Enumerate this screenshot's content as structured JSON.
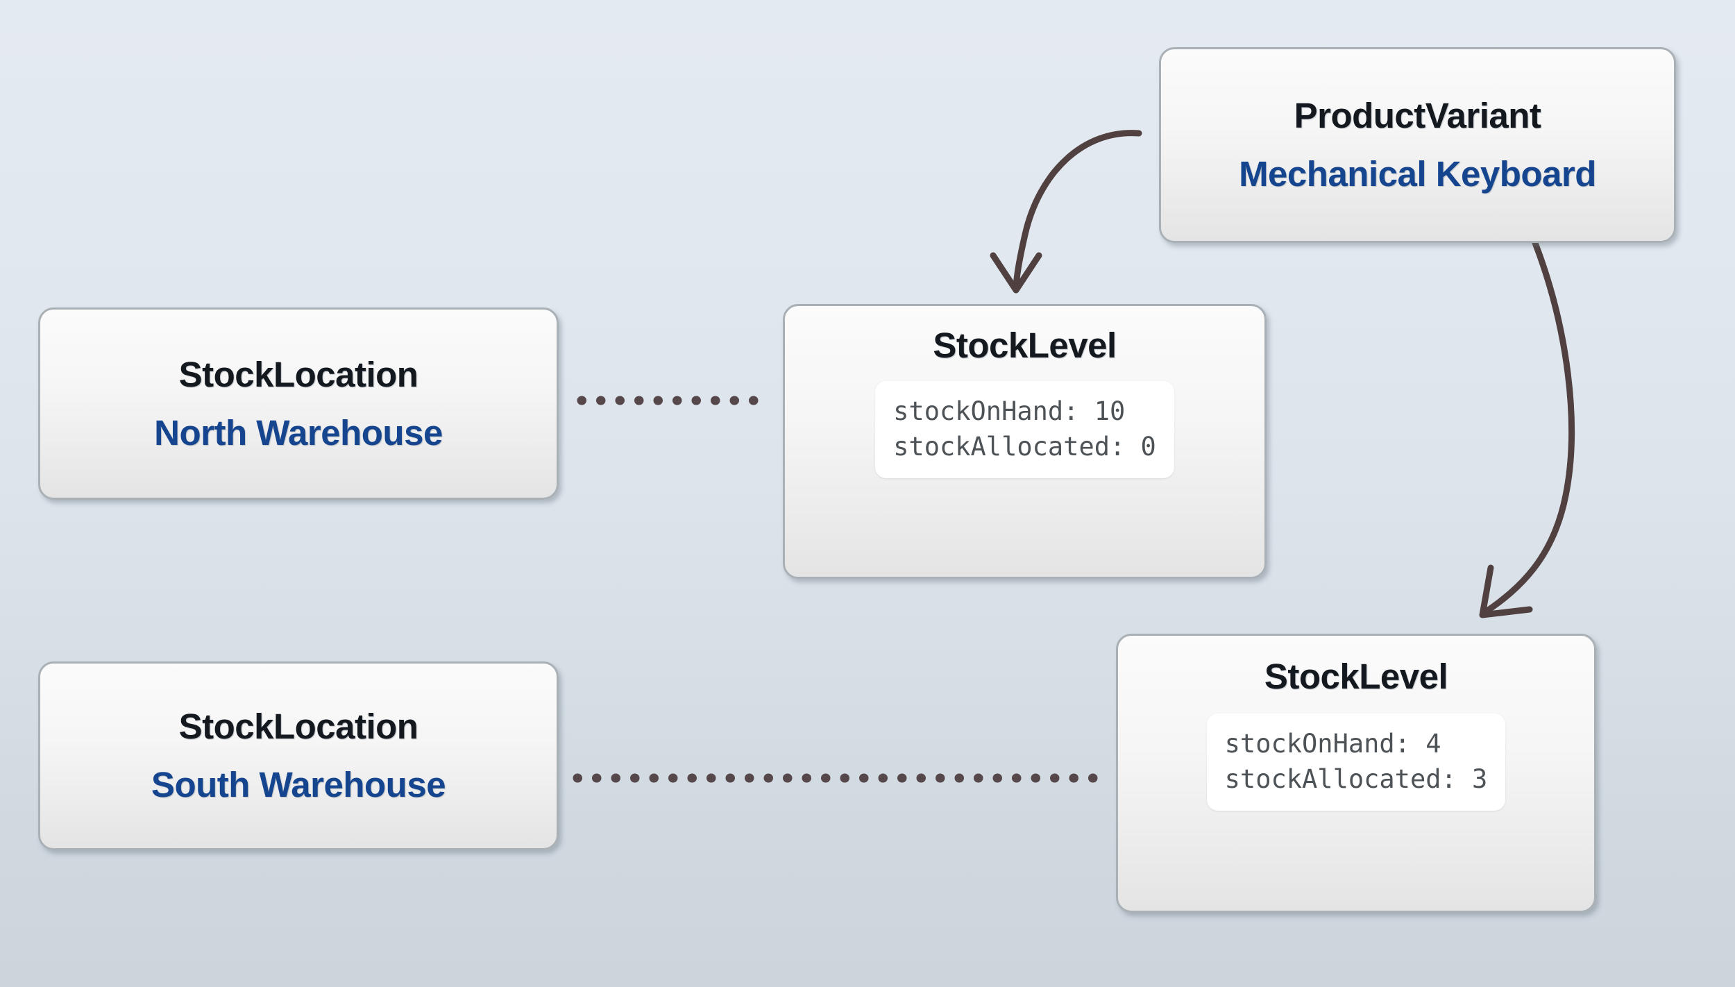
{
  "diagram": {
    "type": "entity-relationship-sketch",
    "background_top_color": "#e4eaf1",
    "background_bottom_color": "#ccd4dc",
    "accent_entity_color": "#16458f",
    "title_color": "#14181f",
    "edge_color": "#504040",
    "node_border_color": "#a9b1b6"
  },
  "nodes": {
    "product_variant": {
      "entity": "ProductVariant",
      "name": "Mechanical Keyboard"
    },
    "stock_location_north": {
      "entity": "StockLocation",
      "name": "North Warehouse"
    },
    "stock_location_south": {
      "entity": "StockLocation",
      "name": "South Warehouse"
    },
    "stock_level_north": {
      "entity": "StockLevel",
      "props": [
        "stockOnHand: 10",
        "stockAllocated: 0"
      ]
    },
    "stock_level_south": {
      "entity": "StockLevel",
      "props": [
        "stockOnHand: 4",
        "stockAllocated: 3"
      ]
    }
  },
  "edges": [
    {
      "id": "variant-to-level-north",
      "style": "curved-arrow",
      "from": "product_variant",
      "to": "stock_level_north",
      "label": ""
    },
    {
      "id": "variant-to-level-south",
      "style": "curved-arrow",
      "from": "product_variant",
      "to": "stock_level_south",
      "label": ""
    },
    {
      "id": "location-north-to-level-north",
      "style": "dotted",
      "from": "stock_location_north",
      "to": "stock_level_north",
      "label": ""
    },
    {
      "id": "location-south-to-level-south",
      "style": "dotted",
      "from": "stock_location_south",
      "to": "stock_level_south",
      "label": ""
    }
  ]
}
